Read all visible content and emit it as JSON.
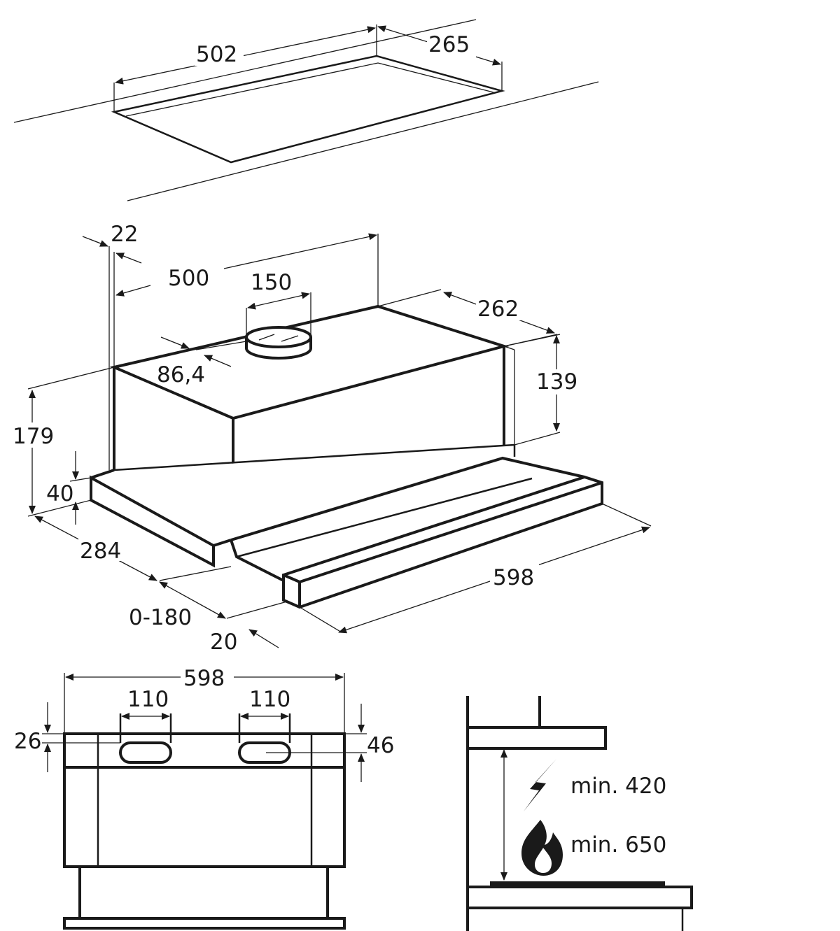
{
  "cutout": {
    "width": "502",
    "depth": "265"
  },
  "hood": {
    "offset_top": "22",
    "duct_offset": "500",
    "outlet_diameter": "150",
    "depth_top": "262",
    "outlet_offset": "86,4",
    "height_rear": "139",
    "height_total": "179",
    "front_panel_height": "40",
    "depth_bottom": "284",
    "extension": "0-180",
    "front_offset": "20",
    "width": "598"
  },
  "front_view": {
    "width": "598",
    "outlet_left": "110",
    "outlet_right": "110",
    "offset_left": "26",
    "offset_right": "46"
  },
  "side_view": {
    "electric_clearance": "min. 420",
    "gas_clearance": "min. 650",
    "icons": [
      "lightning-icon",
      "flame-icon"
    ]
  }
}
